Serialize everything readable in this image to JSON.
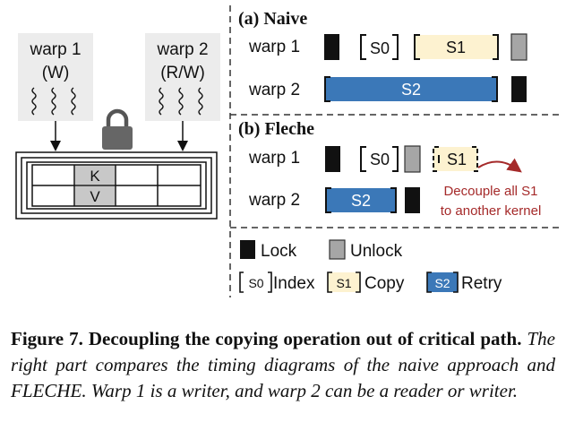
{
  "colors": {
    "lock": "#111111",
    "unlock": "#a6a6a6",
    "index": "#ffffff",
    "copy": "#fdf2d0",
    "retry": "#3b78b8",
    "annotation": "#a52a2a",
    "warp_panel": "#ececec",
    "cell_kv": "#c8c8c8"
  },
  "left": {
    "warp1": {
      "name": "warp 1",
      "role": "(W)"
    },
    "warp2": {
      "name": "warp 2",
      "role": "(R/W)"
    },
    "table": {
      "key": "K",
      "value": "V"
    },
    "icons": [
      "wavy-thread-icon",
      "arrow-down-icon",
      "padlock-icon"
    ]
  },
  "naive": {
    "title": "(a) Naive",
    "warp1_label": "warp 1",
    "warp2_label": "warp 2",
    "s0": "S0",
    "s1": "S1",
    "s2": "S2"
  },
  "fleche": {
    "title": "(b) Fleche",
    "warp1_label": "warp 1",
    "warp2_label": "warp 2",
    "s0": "S0",
    "s1": "S1",
    "s2": "S2",
    "note_line1": "Decouple all S1",
    "note_line2": "to another kernel"
  },
  "legend": {
    "lock": "Lock",
    "unlock": "Unlock",
    "index_tag": "S0",
    "index": "Index",
    "copy_tag": "S1",
    "copy": "Copy",
    "retry_tag": "S2",
    "retry": "Retry"
  },
  "caption": {
    "label": "Figure 7. Decoupling the copying operation out of critical path.",
    "text": "The right part compares the timing diagrams of the naive approach and FLECHE. Warp 1 is a writer, and warp 2 can be a reader or writer."
  }
}
